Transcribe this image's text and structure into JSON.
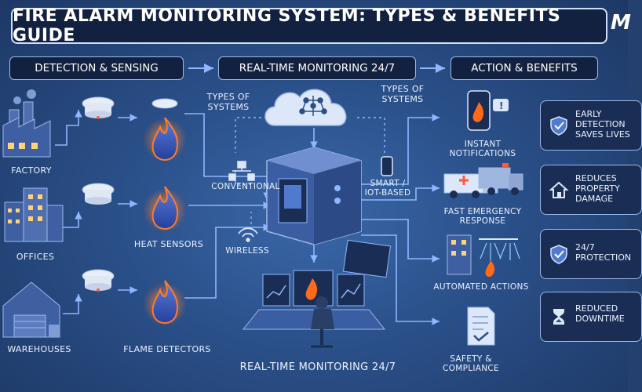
{
  "title": "FIRE ALARM MONITORING SYSTEM: TYPES & BENEFITS GUIDE",
  "logo": "M",
  "stages": {
    "detection": "DETECTION & SENSING",
    "monitoring": "REAL-TIME MONITORING 24/7",
    "action": "ACTION & BENEFITS"
  },
  "sources": {
    "factory": "FACTORY",
    "offices": "OFFICES",
    "warehouses": "WAREHOUSES"
  },
  "sensors": {
    "heat": "HEAT SENSORS",
    "flame": "FLAME DETECTORS"
  },
  "system_types": {
    "label_left": "TYPES OF SYSTEMS",
    "label_right": "TYPES OF SYSTEMS",
    "conventional": "CONVENTIONAL",
    "smart": "SMART / IOT-BASED",
    "wireless": "WIRELESS"
  },
  "monitoring_caption": "REAL-TIME MONITORING 24/7",
  "actions": {
    "notifications": "INSTANT NOTIFICATIONS",
    "emergency": "FAST EMERGENCY RESPONSE",
    "automated": "AUTOMATED ACTIONS",
    "compliance": "SAFETY & COMPLIANCE"
  },
  "benefits": [
    {
      "label": "EARLY DETECTION SAVES LIVES",
      "icon": "shield-check-icon"
    },
    {
      "label": "REDUCES PROPERTY DAMAGE",
      "icon": "house-icon"
    },
    {
      "label": "24/7 PROTECTION",
      "icon": "shield-check-icon"
    },
    {
      "label": "REDUCED DOWNTIME",
      "icon": "hourglass-icon"
    }
  ],
  "colors": {
    "background": "#2a4f88",
    "panel": "#12213f",
    "flame": "#ff6a1a",
    "accent": "#8fb6ff"
  }
}
